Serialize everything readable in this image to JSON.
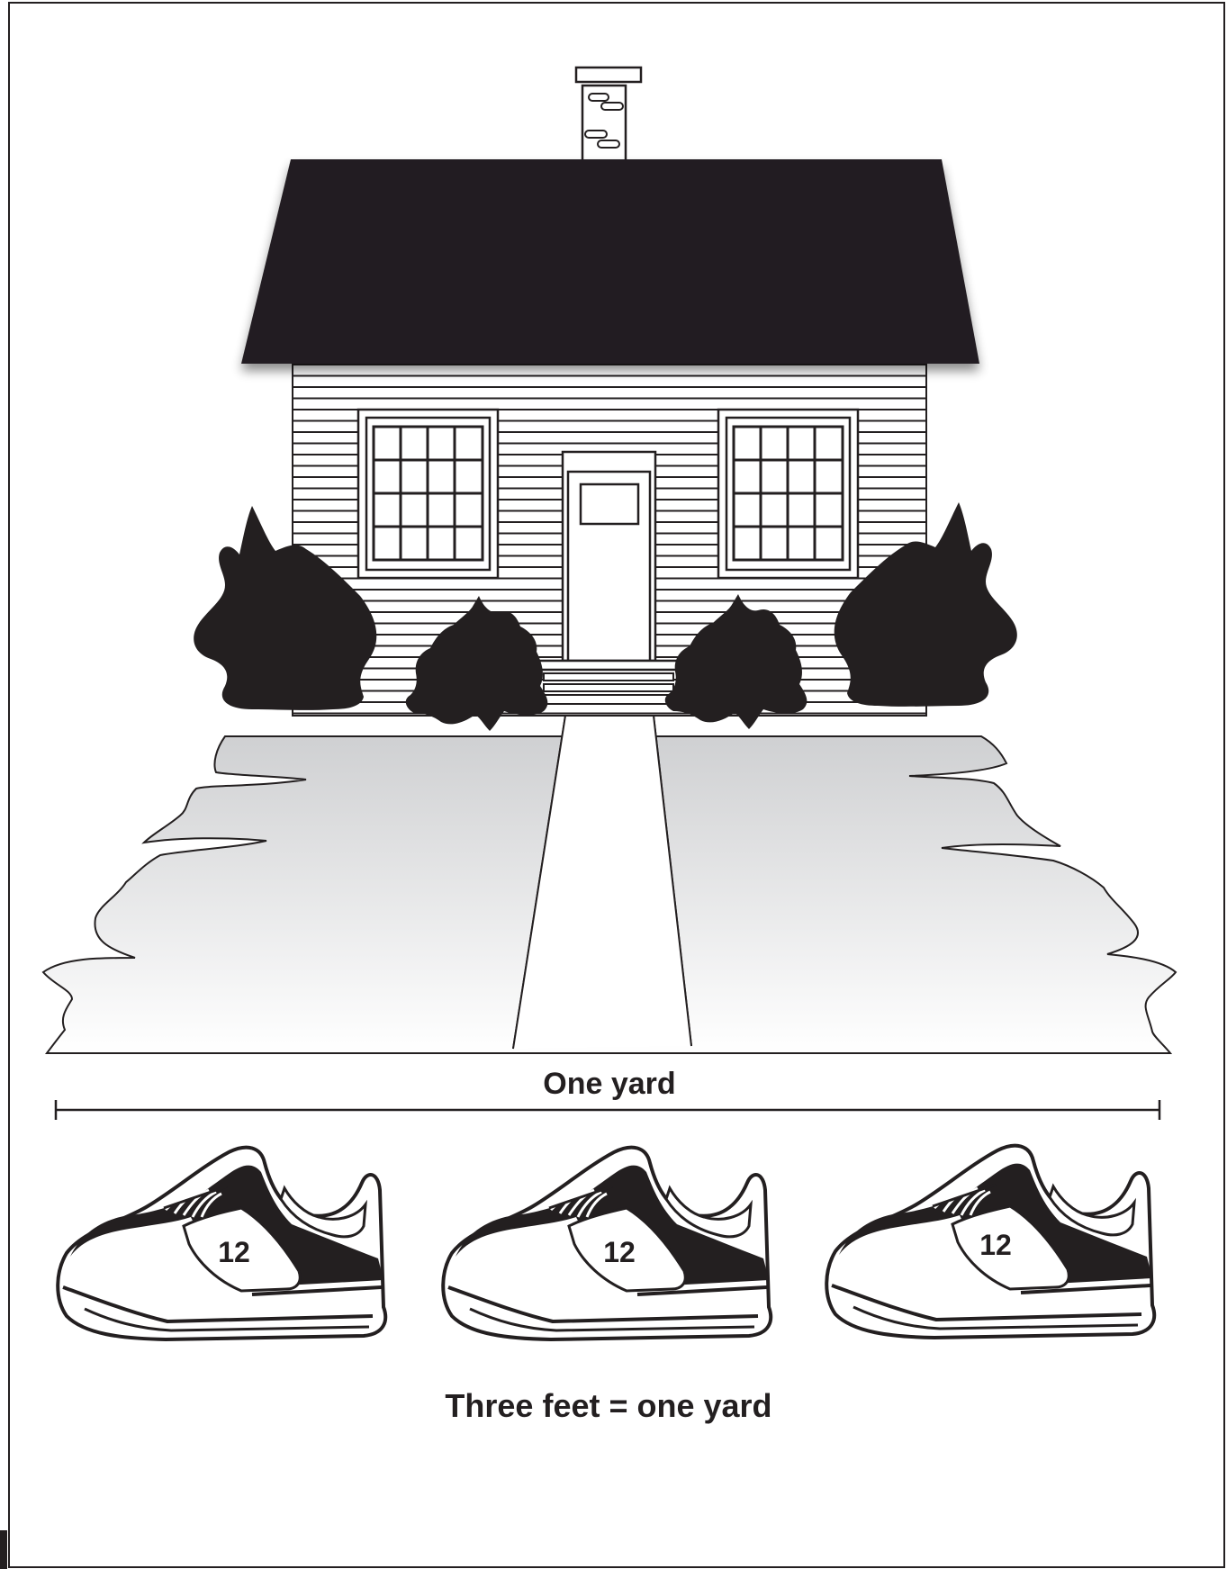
{
  "measure_label": "One yard",
  "caption": "Three feet = one yard",
  "shoes": [
    {
      "size": "12"
    },
    {
      "size": "12"
    },
    {
      "size": "12"
    }
  ],
  "colors": {
    "ink": "#231f20",
    "lawn_top": "#cfd0d2",
    "lawn_bottom": "#ffffff",
    "paper": "#ffffff"
  }
}
